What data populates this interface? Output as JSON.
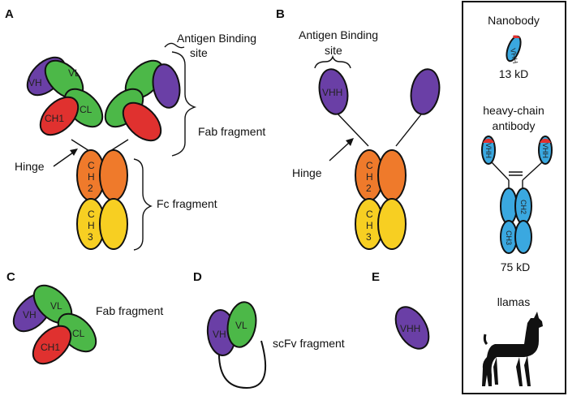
{
  "colors": {
    "VH": "#6a3fa6",
    "VL": "#4cb848",
    "CL": "#4cb848",
    "CH1": "#e0312f",
    "CH2": "#ef7a2b",
    "CH3": "#f7cf22",
    "nanobody": "#3aa8e0",
    "nanobody_tip": "#e0312f"
  },
  "panels": {
    "a": "A",
    "b": "B",
    "c": "C",
    "d": "D",
    "e": "E"
  },
  "domains": {
    "vh": "VH",
    "vl": "VL",
    "cl": "CL",
    "ch1": "CH1",
    "ch2": "CH2",
    "ch3": "CH3",
    "vhh": "VHH"
  },
  "panel_a": {
    "antigen_site_line1": "Antigen Binding",
    "antigen_site_line2": "site",
    "fab": "Fab fragment",
    "hinge": "Hinge",
    "fc": "Fc fragment"
  },
  "panel_b": {
    "antigen_site_line1": "Antigen Binding",
    "antigen_site_line2": "site",
    "hinge": "Hinge"
  },
  "panel_c": {
    "fab": "Fab fragment"
  },
  "panel_d": {
    "scfv": "scFv fragment"
  },
  "sidebar": {
    "nanobody": "Nanobody",
    "nanobody_mass": "13 kD",
    "hcab_line1": "heavy-chain",
    "hcab_line2": "antibody",
    "hcab_mass": "75 kD",
    "llamas": "llamas"
  }
}
